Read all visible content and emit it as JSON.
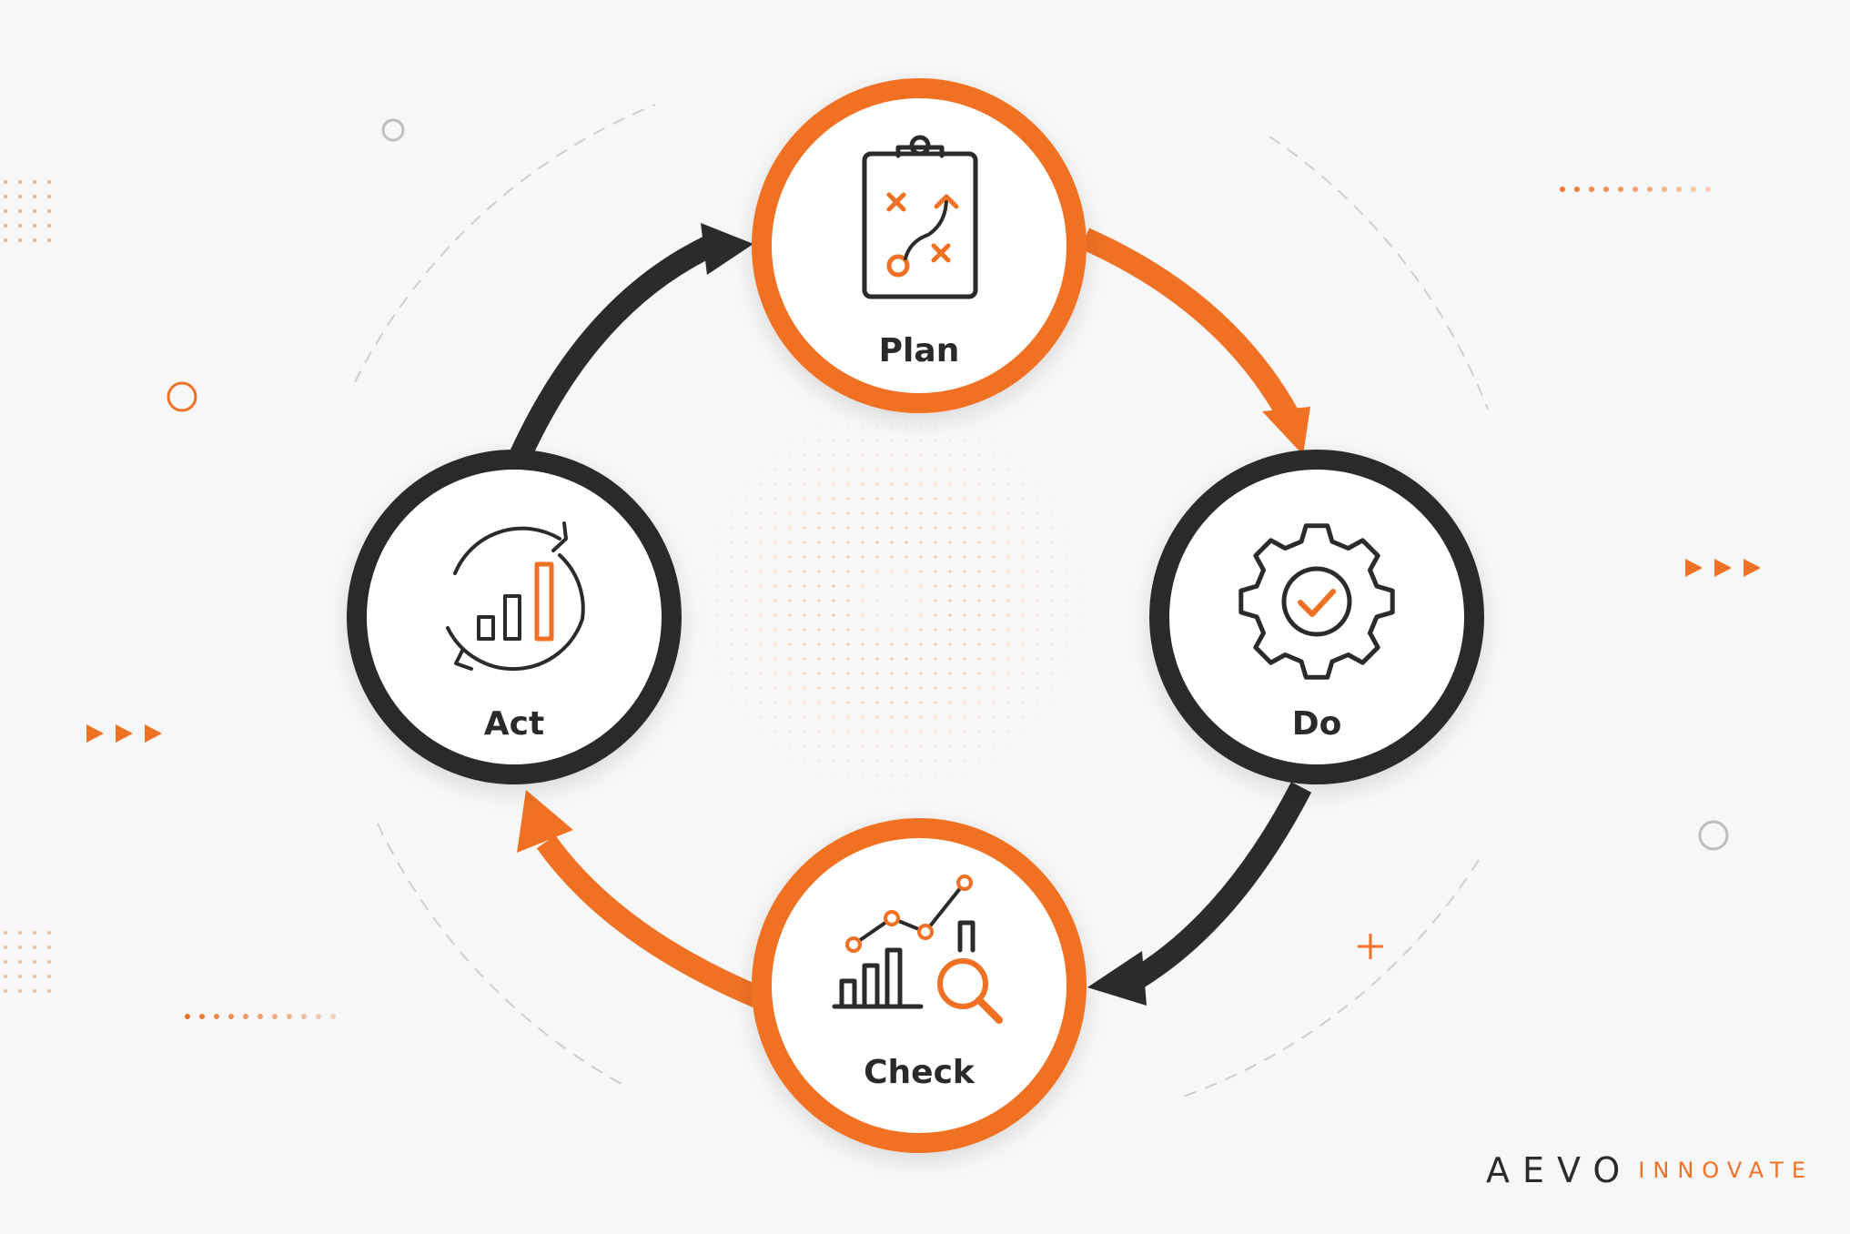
{
  "colors": {
    "accent": "#f07123",
    "dark": "#2b2b2b",
    "background": "#f7f7f7"
  },
  "nodes": {
    "plan": {
      "label": "Plan",
      "ring": "accent",
      "icon": "clipboard-strategy-icon"
    },
    "do": {
      "label": "Do",
      "ring": "dark",
      "icon": "gear-check-icon"
    },
    "check": {
      "label": "Check",
      "ring": "accent",
      "icon": "chart-magnifier-icon"
    },
    "act": {
      "label": "Act",
      "ring": "dark",
      "icon": "cycle-bar-chart-icon"
    }
  },
  "arrows": [
    {
      "from": "act",
      "to": "plan",
      "color": "dark"
    },
    {
      "from": "plan",
      "to": "do",
      "color": "accent"
    },
    {
      "from": "do",
      "to": "check",
      "color": "dark"
    },
    {
      "from": "check",
      "to": "act",
      "color": "accent"
    }
  ],
  "brand": {
    "main": "AEVO",
    "sub": "INNOVATE"
  }
}
